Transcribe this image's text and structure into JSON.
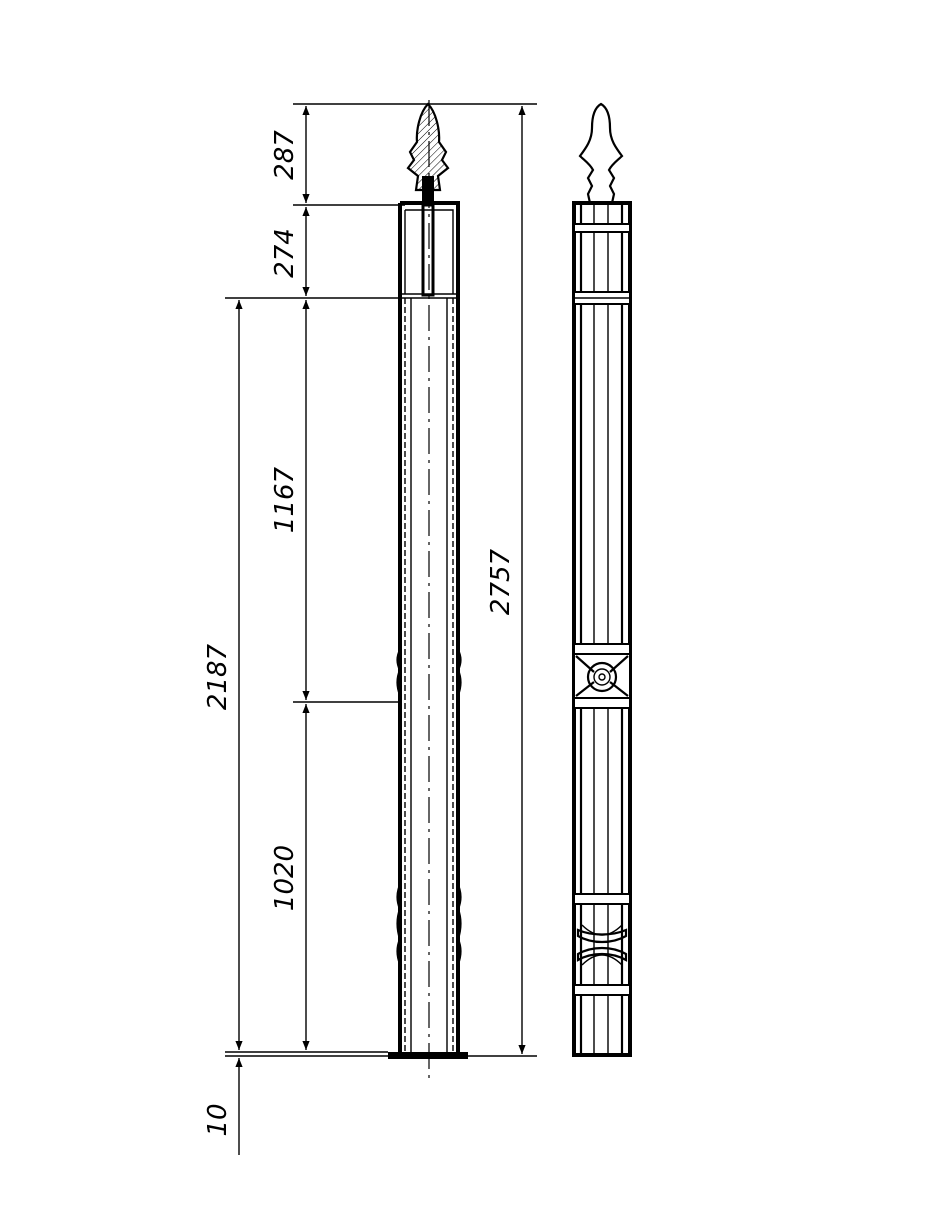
{
  "drawing": {
    "dimensions": {
      "finial_height": "287",
      "cap_height": "274",
      "upper_section": "1167",
      "lower_section": "1020",
      "body_height": "2187",
      "base_plate": "10",
      "total_height": "2757"
    },
    "colors": {
      "line": "#000000",
      "background": "#ffffff"
    }
  }
}
